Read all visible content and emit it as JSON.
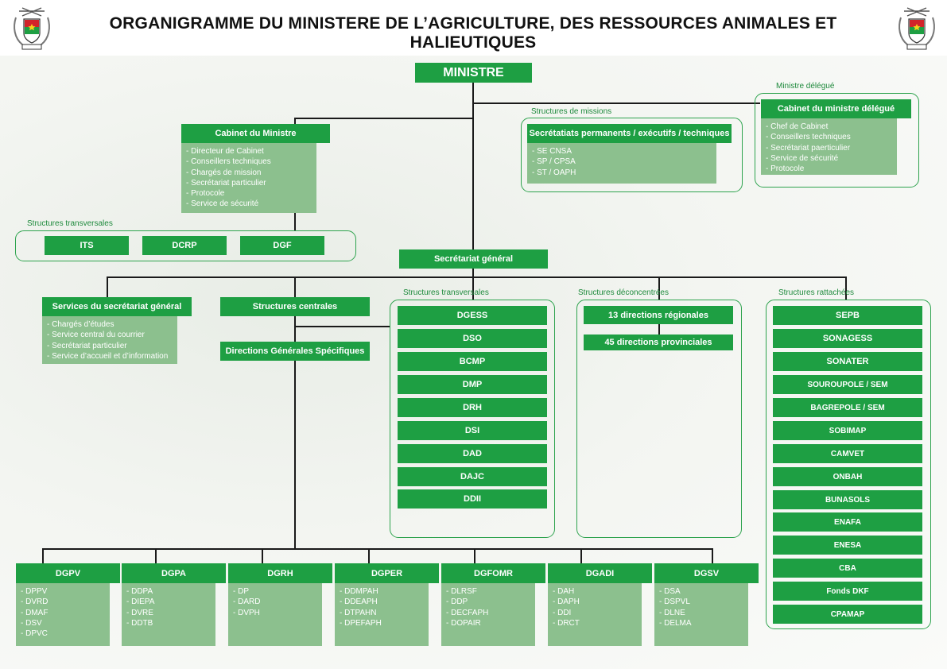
{
  "title": "ORGANIGRAMME DU MINISTERE DE L’AGRICULTURE, DES RESSOURCES ANIMALES ET HALIEUTIQUES",
  "colors": {
    "primary": "#1e9f43",
    "light": "#8cc08e",
    "label": "#1e8a3c"
  },
  "ministre": "MINISTRE",
  "cabinet": {
    "title": "Cabinet du Ministre",
    "items": [
      "- Directeur de Cabinet",
      "- Conseillers techniques",
      "- Chargés de mission",
      "- Secrétariat particulier",
      "- Protocole",
      "- Service de sécurité"
    ]
  },
  "missions": {
    "label": "Structures de missions",
    "title": "Secrétatiats permanents / exécutifs / techniques",
    "items": [
      "- SE CNSA",
      "- SP / CPSA",
      "- ST / OAPH"
    ]
  },
  "delegue": {
    "label": "Ministre délégué",
    "title": "Cabinet du ministre délégué",
    "items": [
      "- Chef de Cabinet",
      "- Conseillers techniques",
      "- Secrétariat paerticulier",
      "- Service de sécurité",
      "- Protocole"
    ]
  },
  "transversal_top": {
    "label": "Structures transversales",
    "items": [
      "ITS",
      "DCRP",
      "DGF"
    ]
  },
  "sg": "Secrétariat général",
  "services_sg": {
    "title": "Services du secrétariat général",
    "items": [
      "- Chargés d’études",
      "- Service central du courrier",
      "- Secrétariat particulier",
      "- Service d’accueil et d’information"
    ]
  },
  "centrales": "Structures centrales",
  "dgs": "Directions Générales Spécifiques",
  "transversal_mid": {
    "label": "Structures transversales",
    "items": [
      "DGESS",
      "DSO",
      "BCMP",
      "DMP",
      "DRH",
      "DSI",
      "DAD",
      "DAJC",
      "DDII"
    ]
  },
  "deconcentrees": {
    "label": "Structures déconcentrées",
    "items": [
      "13 directions régionales",
      "45 directions provinciales"
    ]
  },
  "rattachees": {
    "label": "Structures rattachées",
    "items": [
      "SEPB",
      "SONAGESS",
      "SONATER",
      "SOUROUPOLE / SEM",
      "BAGREPOLE / SEM",
      "SOBIMAP",
      "CAMVET",
      "ONBAH",
      "BUNASOLS",
      "ENAFA",
      "ENESA",
      "CBA",
      "Fonds DKF",
      "CPAMAP"
    ]
  },
  "directions": [
    {
      "title": "DGPV",
      "items": [
        "- DPPV",
        "- DVRD",
        "- DMAF",
        "- DSV",
        "- DPVC"
      ]
    },
    {
      "title": "DGPA",
      "items": [
        "- DDPA",
        "- DIEPA",
        "- DVRE",
        "- DDTB"
      ]
    },
    {
      "title": "DGRH",
      "items": [
        "- DP",
        "- DARD",
        "- DVPH"
      ]
    },
    {
      "title": "DGPER",
      "items": [
        "- DDMPAH",
        "- DDEAPH",
        "- DTPAHN",
        "- DPEFAPH"
      ]
    },
    {
      "title": "DGFOMR",
      "items": [
        "- DLRSF",
        "- DDP",
        "- DECFAPH",
        "- DOPAIR"
      ]
    },
    {
      "title": "DGADI",
      "items": [
        "- DAH",
        "- DAPH",
        "- DDI",
        "- DRCT"
      ]
    },
    {
      "title": "DGSV",
      "items": [
        "- DSA",
        "- DSPVL",
        "- DLNE",
        "- DELMA"
      ]
    }
  ]
}
